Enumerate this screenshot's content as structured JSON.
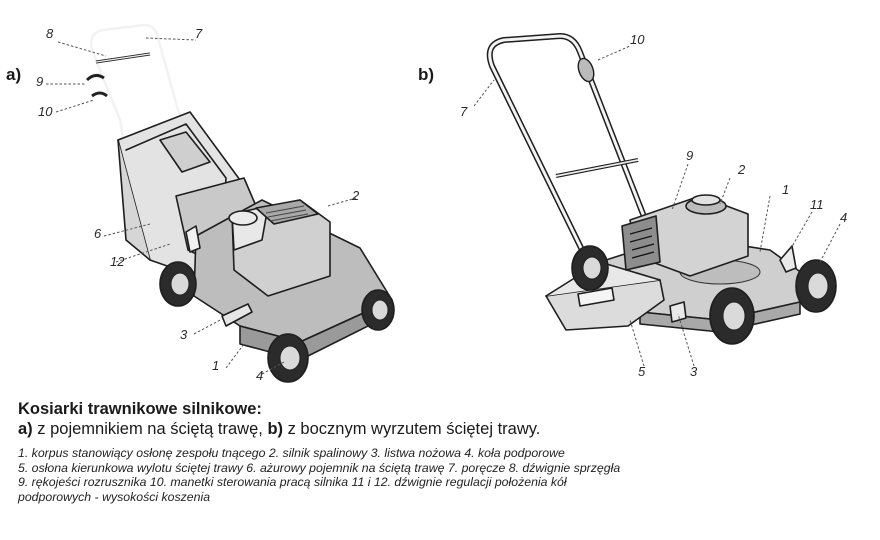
{
  "panels": {
    "a": {
      "label": "a)"
    },
    "b": {
      "label": "b)"
    }
  },
  "callouts": {
    "a": {
      "c1": "1",
      "c2": "2",
      "c3": "3",
      "c4": "4",
      "c6": "6",
      "c7": "7",
      "c8": "8",
      "c9": "9",
      "c10": "10",
      "c12": "12"
    },
    "b": {
      "c1": "1",
      "c2": "2",
      "c3": "3",
      "c4": "4",
      "c5": "5",
      "c7": "7",
      "c9": "9",
      "c10": "10",
      "c11": "11"
    }
  },
  "caption": {
    "title": "Kosiarki trawnikowe silnikowe:",
    "sub": {
      "a_label": "a)",
      "a_text": " z pojemnikiem na ściętą trawę, ",
      "b_label": "b)",
      "b_text": " z bocznym wyrzutem ściętej trawy."
    },
    "legend_lines": [
      "1. korpus stanowiący osłonę zespołu tnącego   2. silnik spalinowy   3. listwa nożowa   4. koła podporowe",
      "5. osłona kierunkowa wylotu ściętej trawy   6. ażurowy pojemnik na ściętą trawę   7. poręcze   8. dźwignie sprzęgła",
      "9. rękojeści rozrusznika   10. manetki sterowania pracą silnika   11 i 12. dźwignie regulacji położenia kół",
      "podporowych - wysokości koszenia"
    ]
  }
}
